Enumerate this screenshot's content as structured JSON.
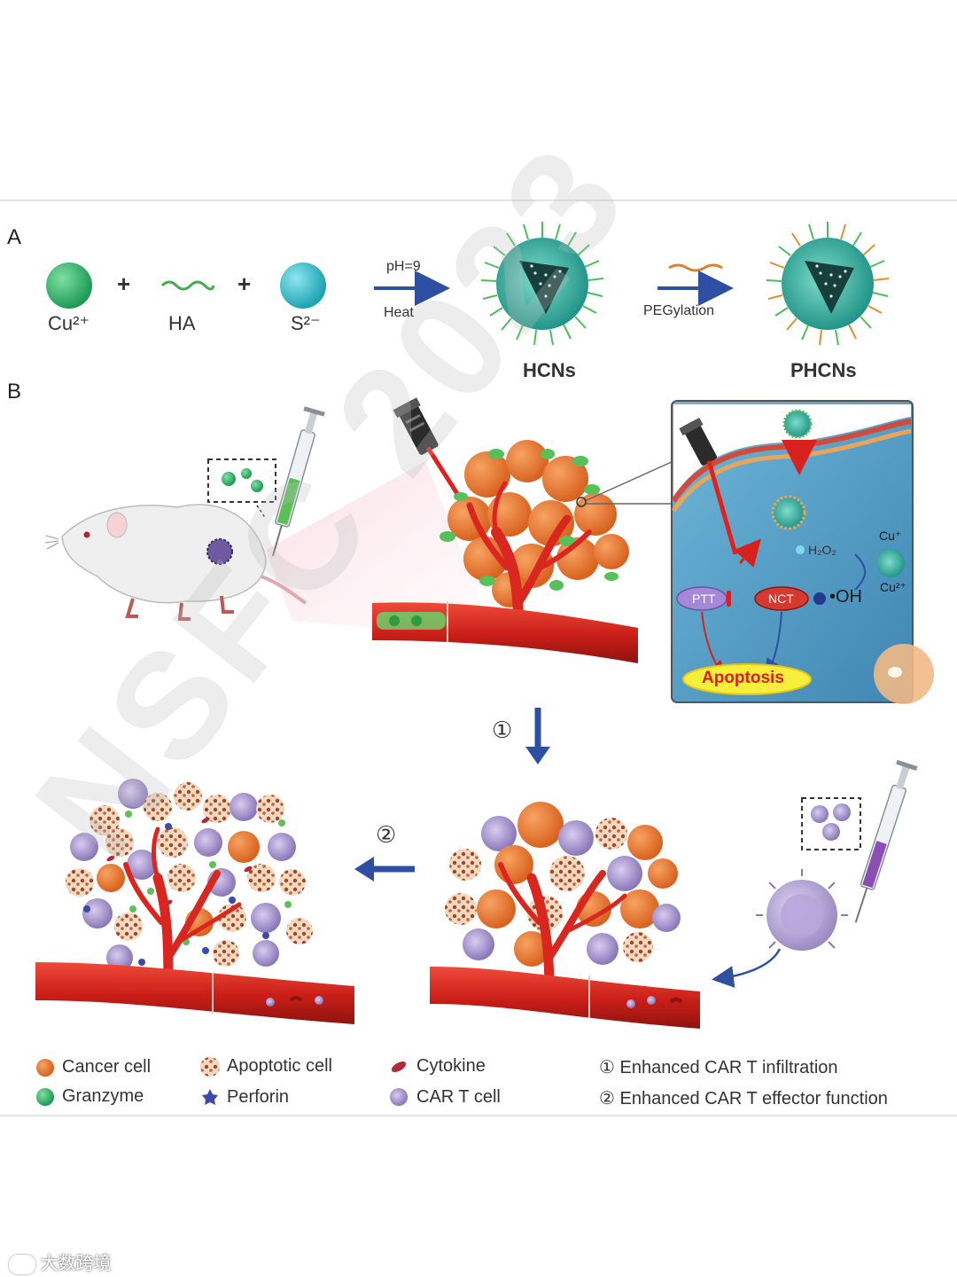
{
  "panels": {
    "a": "A",
    "b": "B"
  },
  "synthesis": {
    "reactant_1": "Cu²⁺",
    "reactant_2": "HA",
    "reactant_3": "S²⁻",
    "plus": "+",
    "condition_top": "pH=9",
    "condition_bottom": "Heat",
    "product_1": "HCNs",
    "step_2": "PEGylation",
    "product_2": "PHCNs"
  },
  "inset": {
    "ptt": "PTT",
    "nct": "NCT",
    "h2o2": "H₂O₂",
    "cu_plus": "Cu⁺",
    "cu_2plus": "Cu²⁺",
    "oh": "•OH",
    "apoptosis": "Apoptosis"
  },
  "steps": {
    "one": "①",
    "two": "②"
  },
  "legend": {
    "cancer_cell": "Cancer cell",
    "granzyme": "Granzyme",
    "apoptotic_cell": "Apoptotic cell",
    "perforin": "Perforin",
    "cytokine": "Cytokine",
    "car_t_cell": "CAR T cell",
    "note_1": "① Enhanced CAR T infiltration",
    "note_2": "② Enhanced CAR T effector function"
  },
  "watermarks": {
    "overlay": "NSFC 2023",
    "footer": "大数跨境"
  },
  "colors": {
    "cancer": "#e9782f",
    "granzyme": "#5fc05a",
    "vessel": "#d9261f",
    "car_t": "#9d8cc4",
    "arrow_blue": "#2f4fa3",
    "teal": "#2fb4a8",
    "inset_bg": "#5aa3c8"
  }
}
